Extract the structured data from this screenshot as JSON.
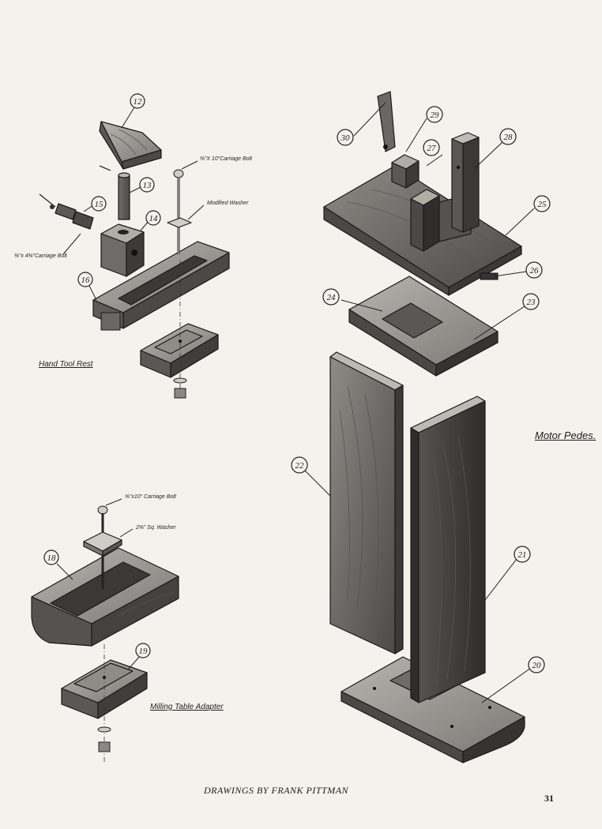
{
  "labels": {
    "carriage_bolt_10_top": "⅜\"X 10\"Carriage Bolt",
    "modified_washer": "Modified Washer",
    "carriage_bolt_4": "⅜\"x 4⅜\"Carriage Bolt",
    "hand_tool_rest": "Hand Tool Rest",
    "carriage_bolt_10_bottom": "⅜\"x10\" Carriage Bolt",
    "sq_washer": "2⅜\" Sq. Washer",
    "milling_table_adapter": "Milling Table Adapter",
    "motor_pedestal": "Motor Pedes."
  },
  "parts": [
    "12",
    "13",
    "14",
    "15",
    "16",
    "18",
    "19",
    "20",
    "21",
    "22",
    "23",
    "24",
    "25",
    "26",
    "27",
    "28",
    "29",
    "30"
  ],
  "footer": {
    "credit": "DRAWINGS BY FRANK PITTMAN",
    "page_number": "31"
  },
  "colors": {
    "paper": "#f4f2ec",
    "ink": "#1c1c1c",
    "wood_light": "#8c8a86",
    "wood_dark": "#3a3a3a"
  }
}
